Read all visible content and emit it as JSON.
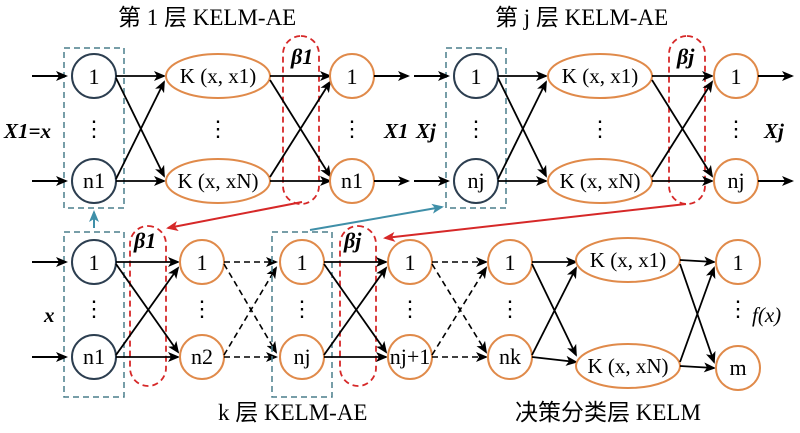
{
  "captions": {
    "layer1": "第 1 层 KELM-AE",
    "layerj": "第 j 层 KELM-AE",
    "layerk": "k 层 KELM-AE",
    "decision": "决策分类层 KELM"
  },
  "colors": {
    "input_node": "#2c3e50",
    "hidden_node": "#e08a4a",
    "dashed_box": "#4a7f8c",
    "beta_box": "#d62828",
    "arrow_red": "#d62828",
    "arrow_blue": "#3f8fa8"
  },
  "labels": {
    "one": "1",
    "dots": "⋮",
    "n1": "n1",
    "nj": "nj",
    "n2": "n2",
    "njp1": "nj+1",
    "nk": "nk",
    "m": "m",
    "beta1": "β1",
    "betaj": "βj",
    "K1": "K (x, x1)",
    "KN": "K (x, xN)",
    "X1_eq_x": "X1=x",
    "X1": "X1",
    "Xj": "Xj",
    "x": "x",
    "fx": "f(x)"
  }
}
